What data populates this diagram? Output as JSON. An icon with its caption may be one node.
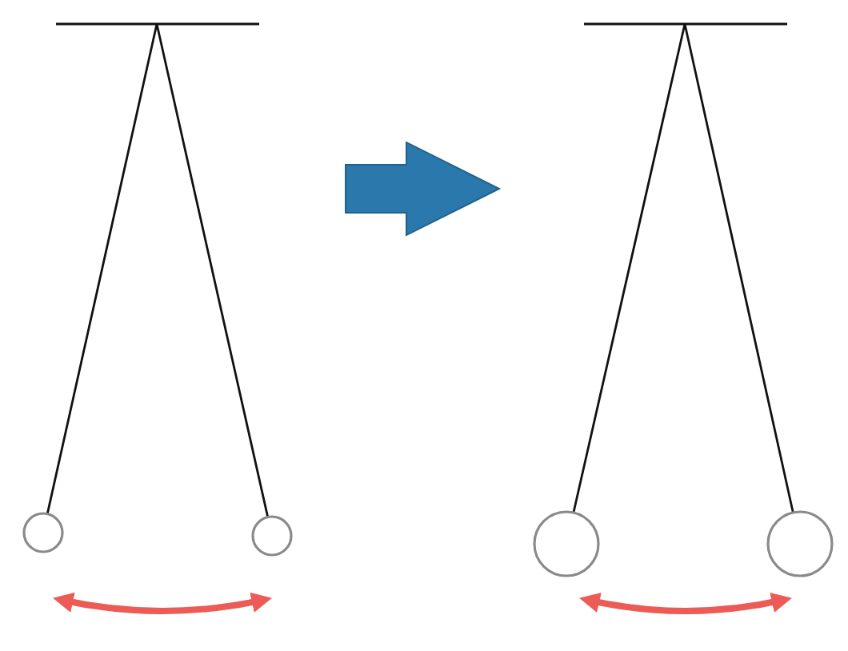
{
  "diagram": {
    "nodes": [
      {
        "text": [],
        "shape": "picture"
      },
      {
        "text": [],
        "shape": "picture"
      }
    ],
    "edges": [
      {
        "from": 0,
        "to": 1,
        "arrow": "to",
        "style": "thick",
        "color": "#2a78ac"
      }
    ]
  }
}
